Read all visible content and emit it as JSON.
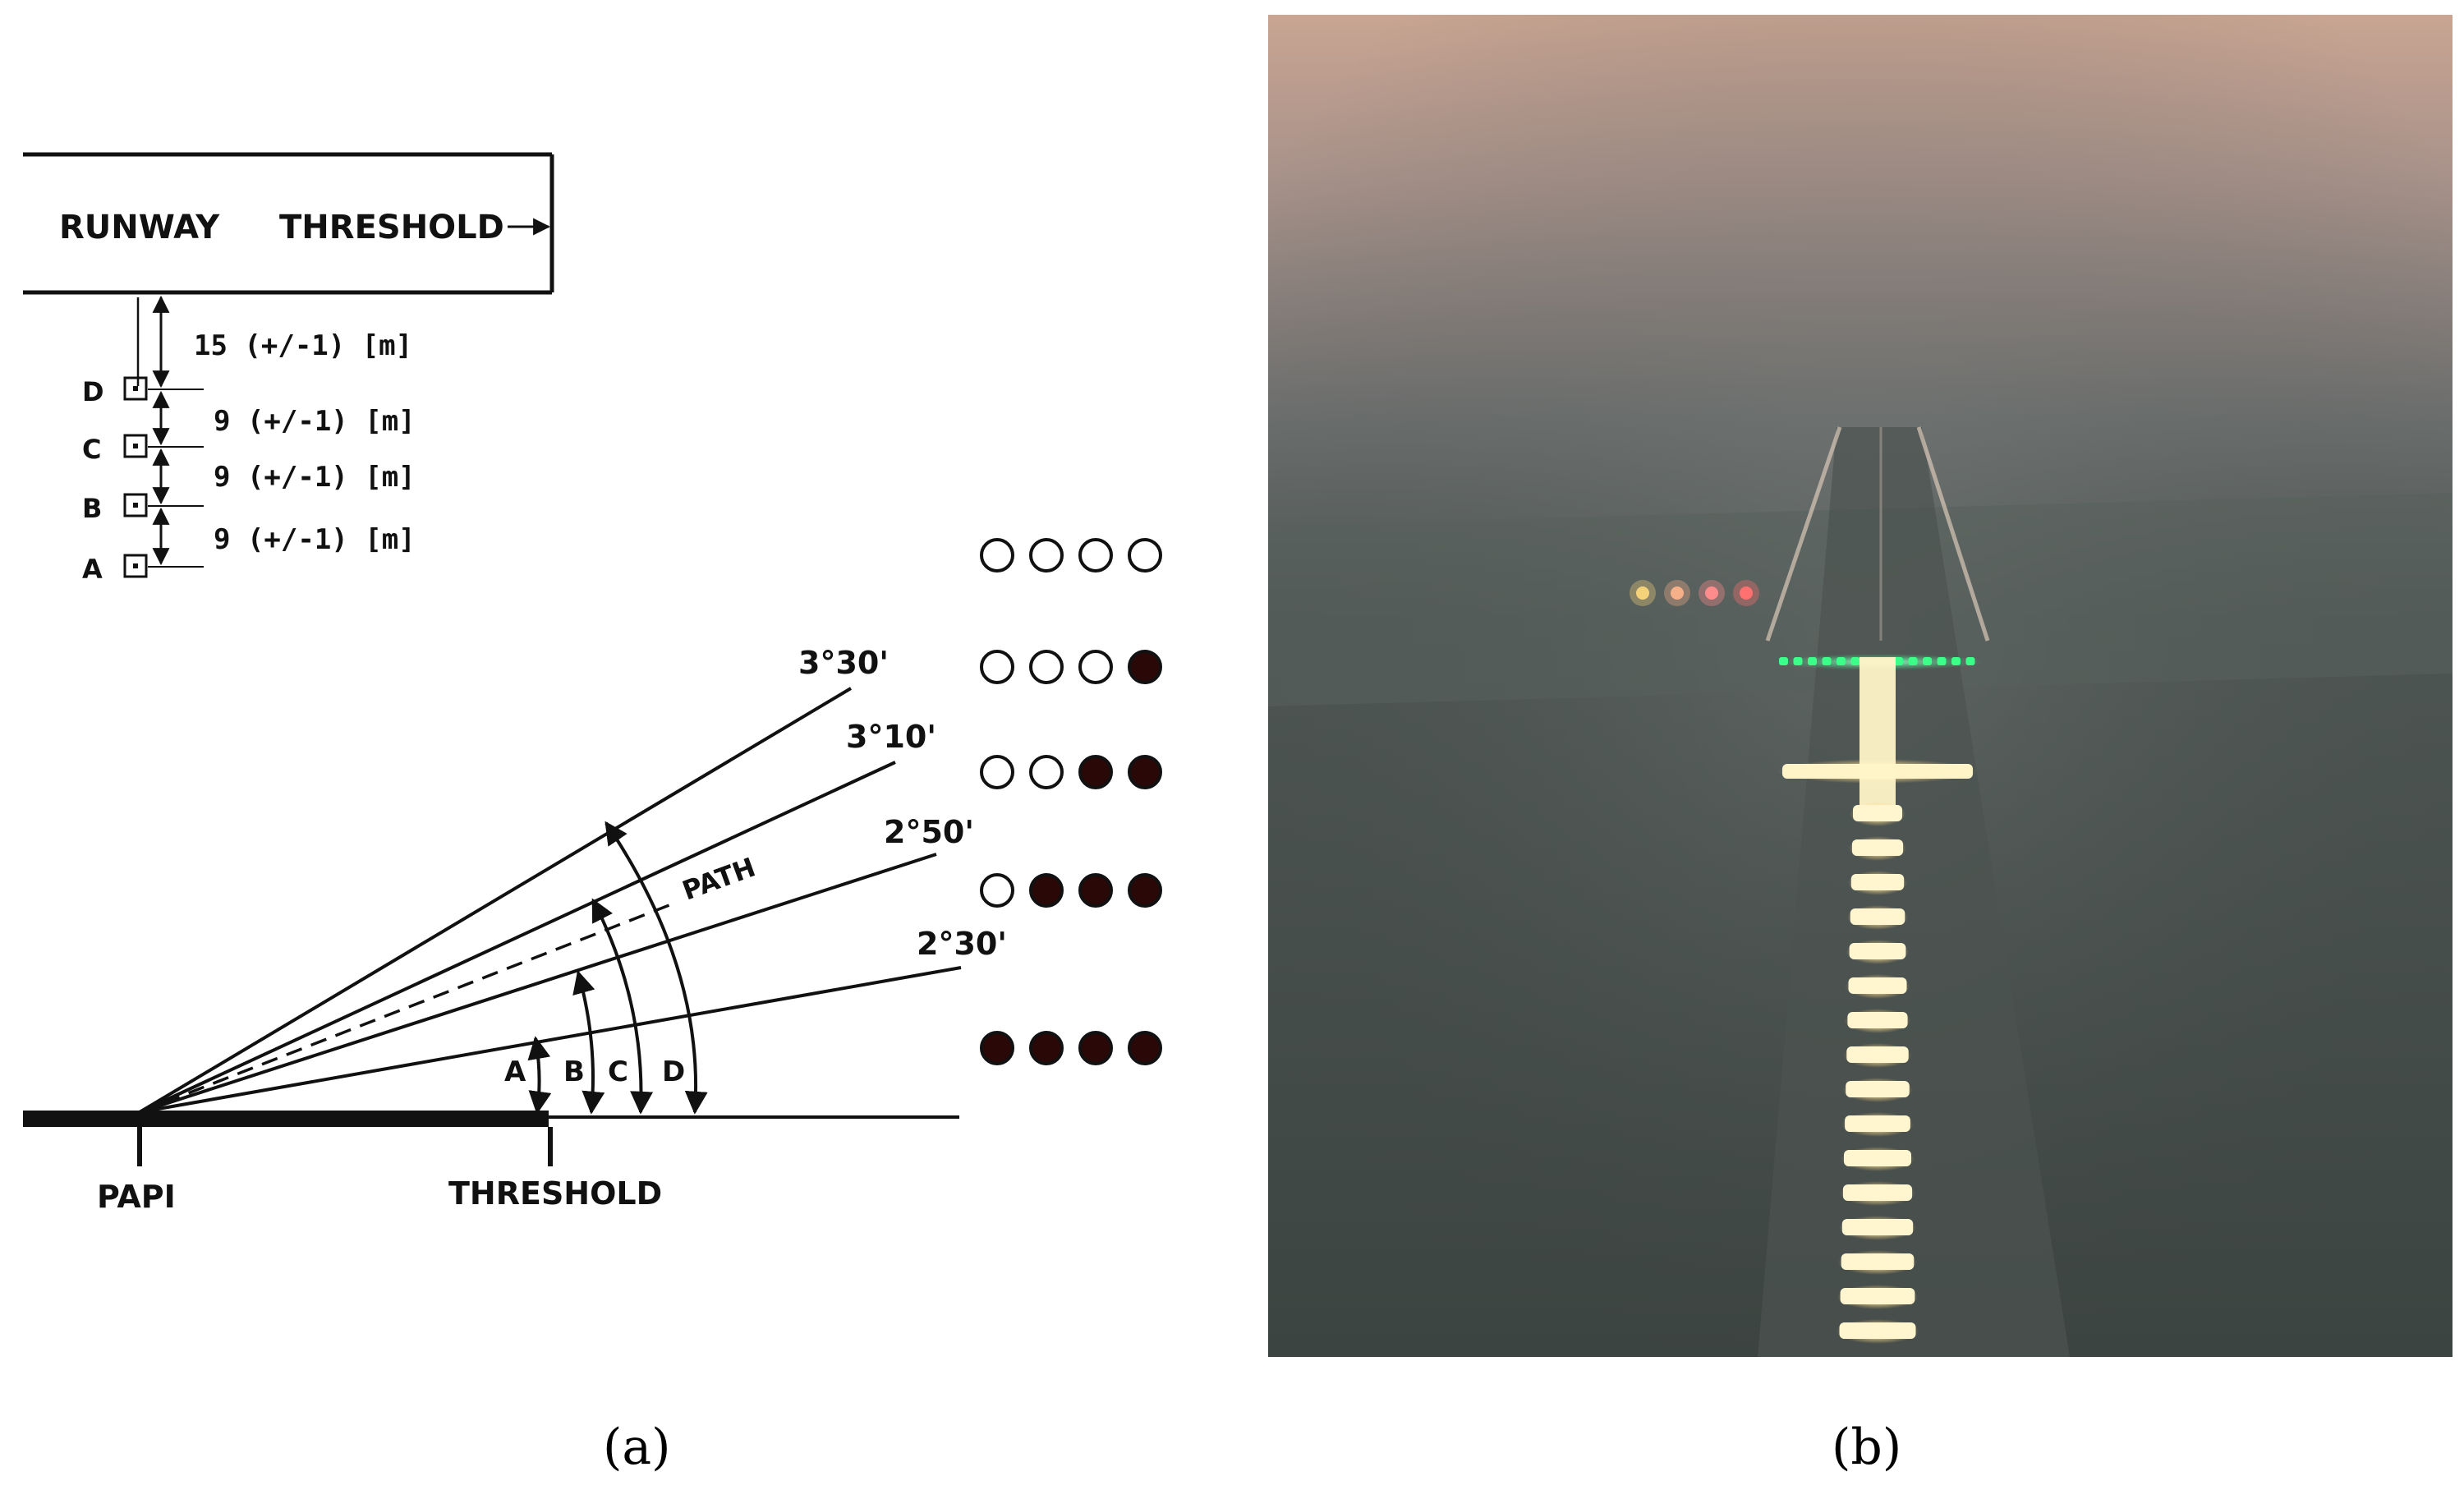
{
  "panel_a": {
    "runway_label": "RUNWAY",
    "threshold_label": "THRESHOLD",
    "spacing": {
      "first": "15 (+/-1) [m]",
      "second": "9 (+/-1) [m]",
      "third": "9 (+/-1) [m]",
      "fourth": "9 (+/-1) [m]"
    },
    "units": [
      "D",
      "C",
      "B",
      "A"
    ],
    "angles": [
      "3°30'",
      "3°10'",
      "2°50'",
      "2°30'"
    ],
    "path_label": "PATH",
    "arc_labels": [
      "A",
      "B",
      "C",
      "D"
    ],
    "papi_label": "PAPI",
    "ground_threshold_label": "THRESHOLD",
    "indications": [
      [
        false,
        false,
        false,
        false
      ],
      [
        false,
        false,
        false,
        true
      ],
      [
        false,
        false,
        true,
        true
      ],
      [
        false,
        true,
        true,
        true
      ],
      [
        true,
        true,
        true,
        true
      ]
    ],
    "caption": "(a)"
  },
  "panel_b": {
    "caption": "(b)",
    "photo_description_icon": "runway-approach-photo",
    "papi_light_colors": [
      "#f3d27a",
      "#f5b08a",
      "#ff8c8c",
      "#ff7070"
    ]
  },
  "colors": {
    "filled_light": "#2a0808",
    "ink": "#111111"
  }
}
